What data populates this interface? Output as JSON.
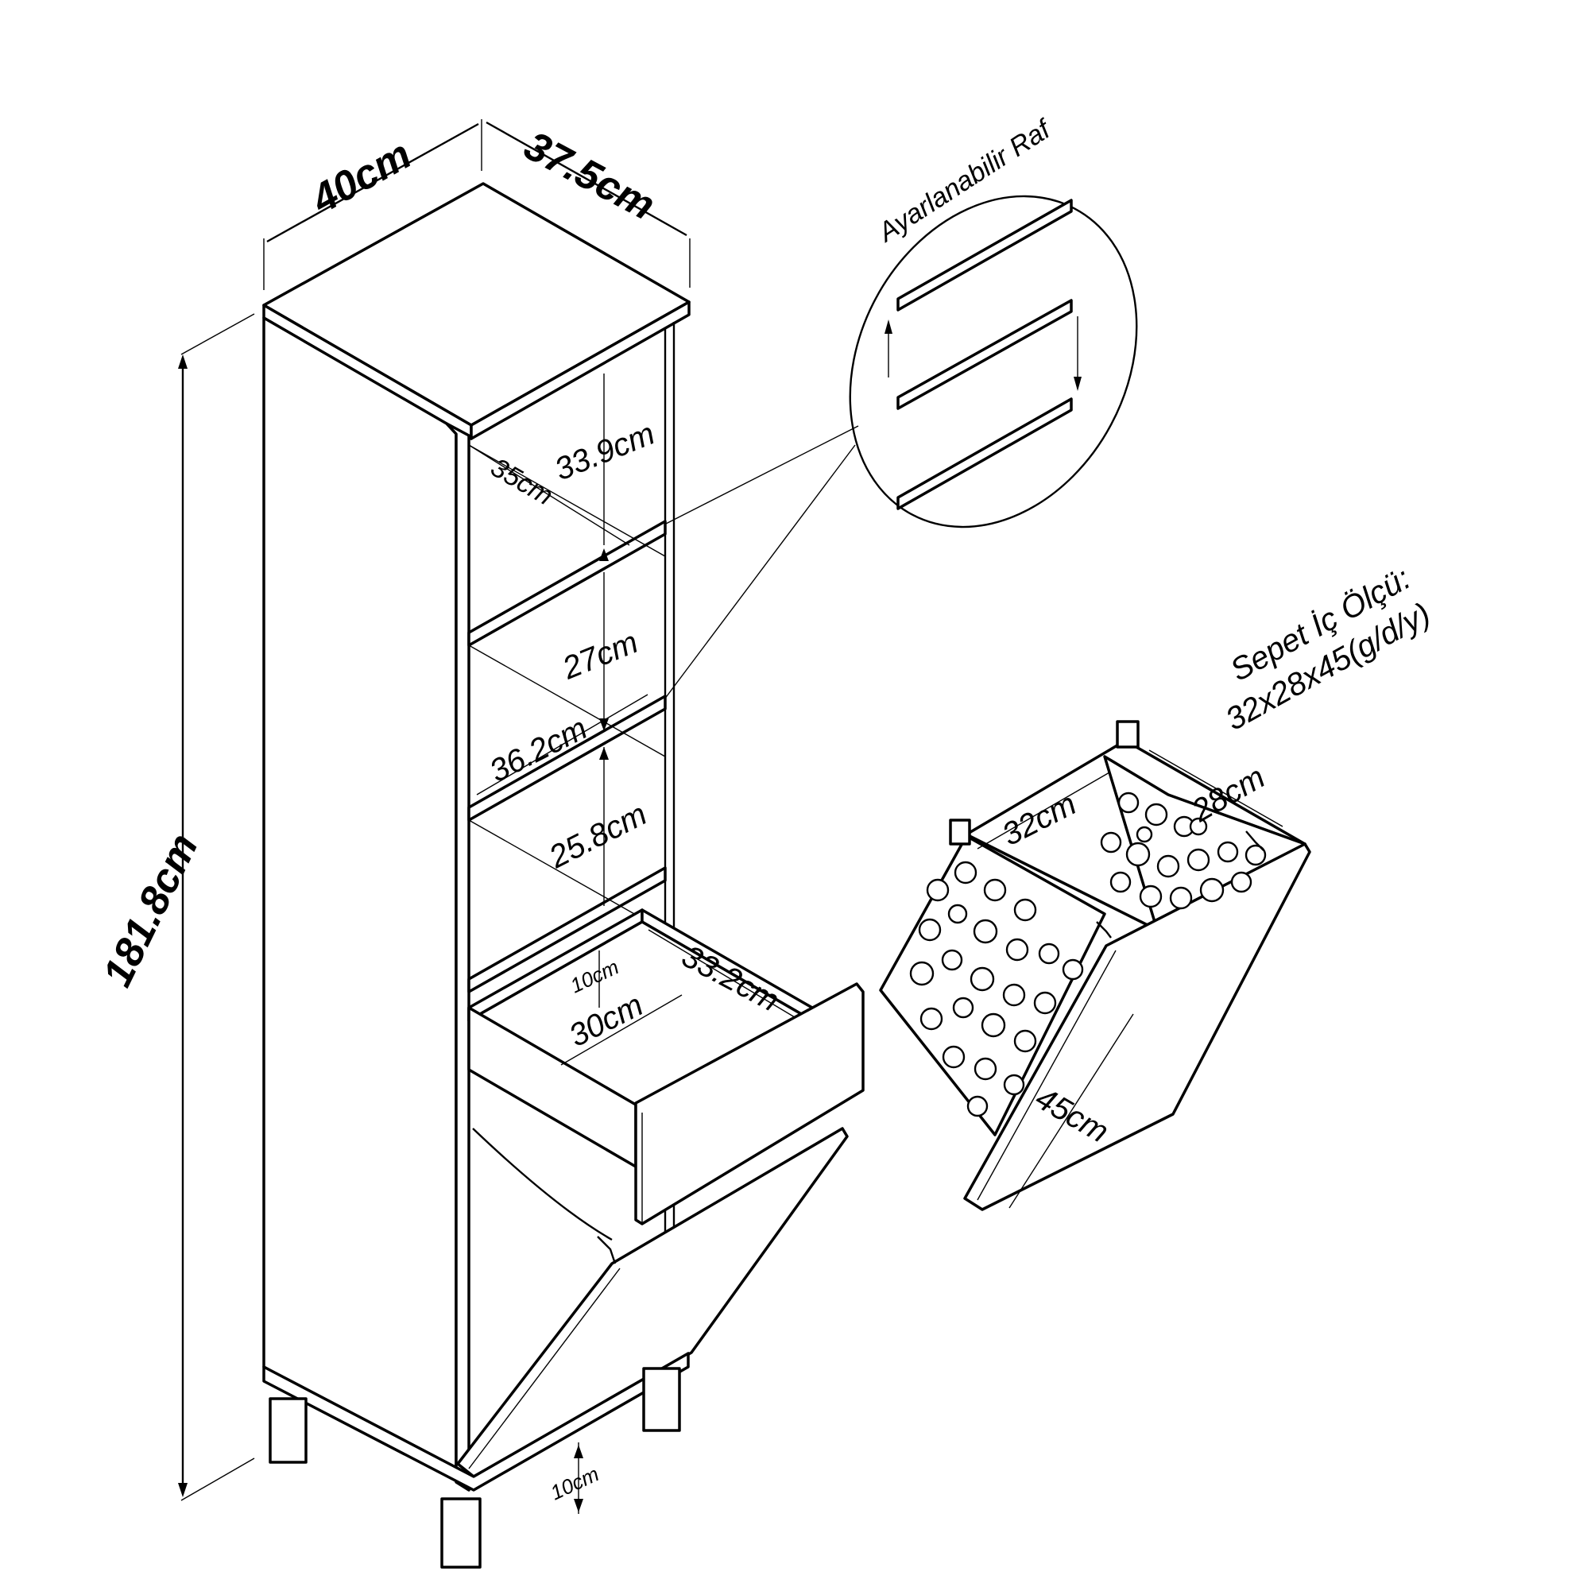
{
  "dimensions": {
    "width": "40cm",
    "depth": "37.5cm",
    "height": "181.8cm",
    "shelf_top_height": "33.9cm",
    "shelf_depth": "35cm",
    "shelf_mid_height": "27cm",
    "shelf_width": "36.2cm",
    "shelf_low_height": "25.8cm",
    "drawer_height": "10cm",
    "drawer_depth": "33.2cm",
    "drawer_width": "30cm",
    "leg_height": "10cm"
  },
  "callout": {
    "label": "Ayarlanabilir Raf"
  },
  "basket": {
    "title": "Sepet İç Ölçü:",
    "size": "32x28x45(g/d/y)",
    "width": "32cm",
    "depth": "28cm",
    "height": "45cm"
  }
}
